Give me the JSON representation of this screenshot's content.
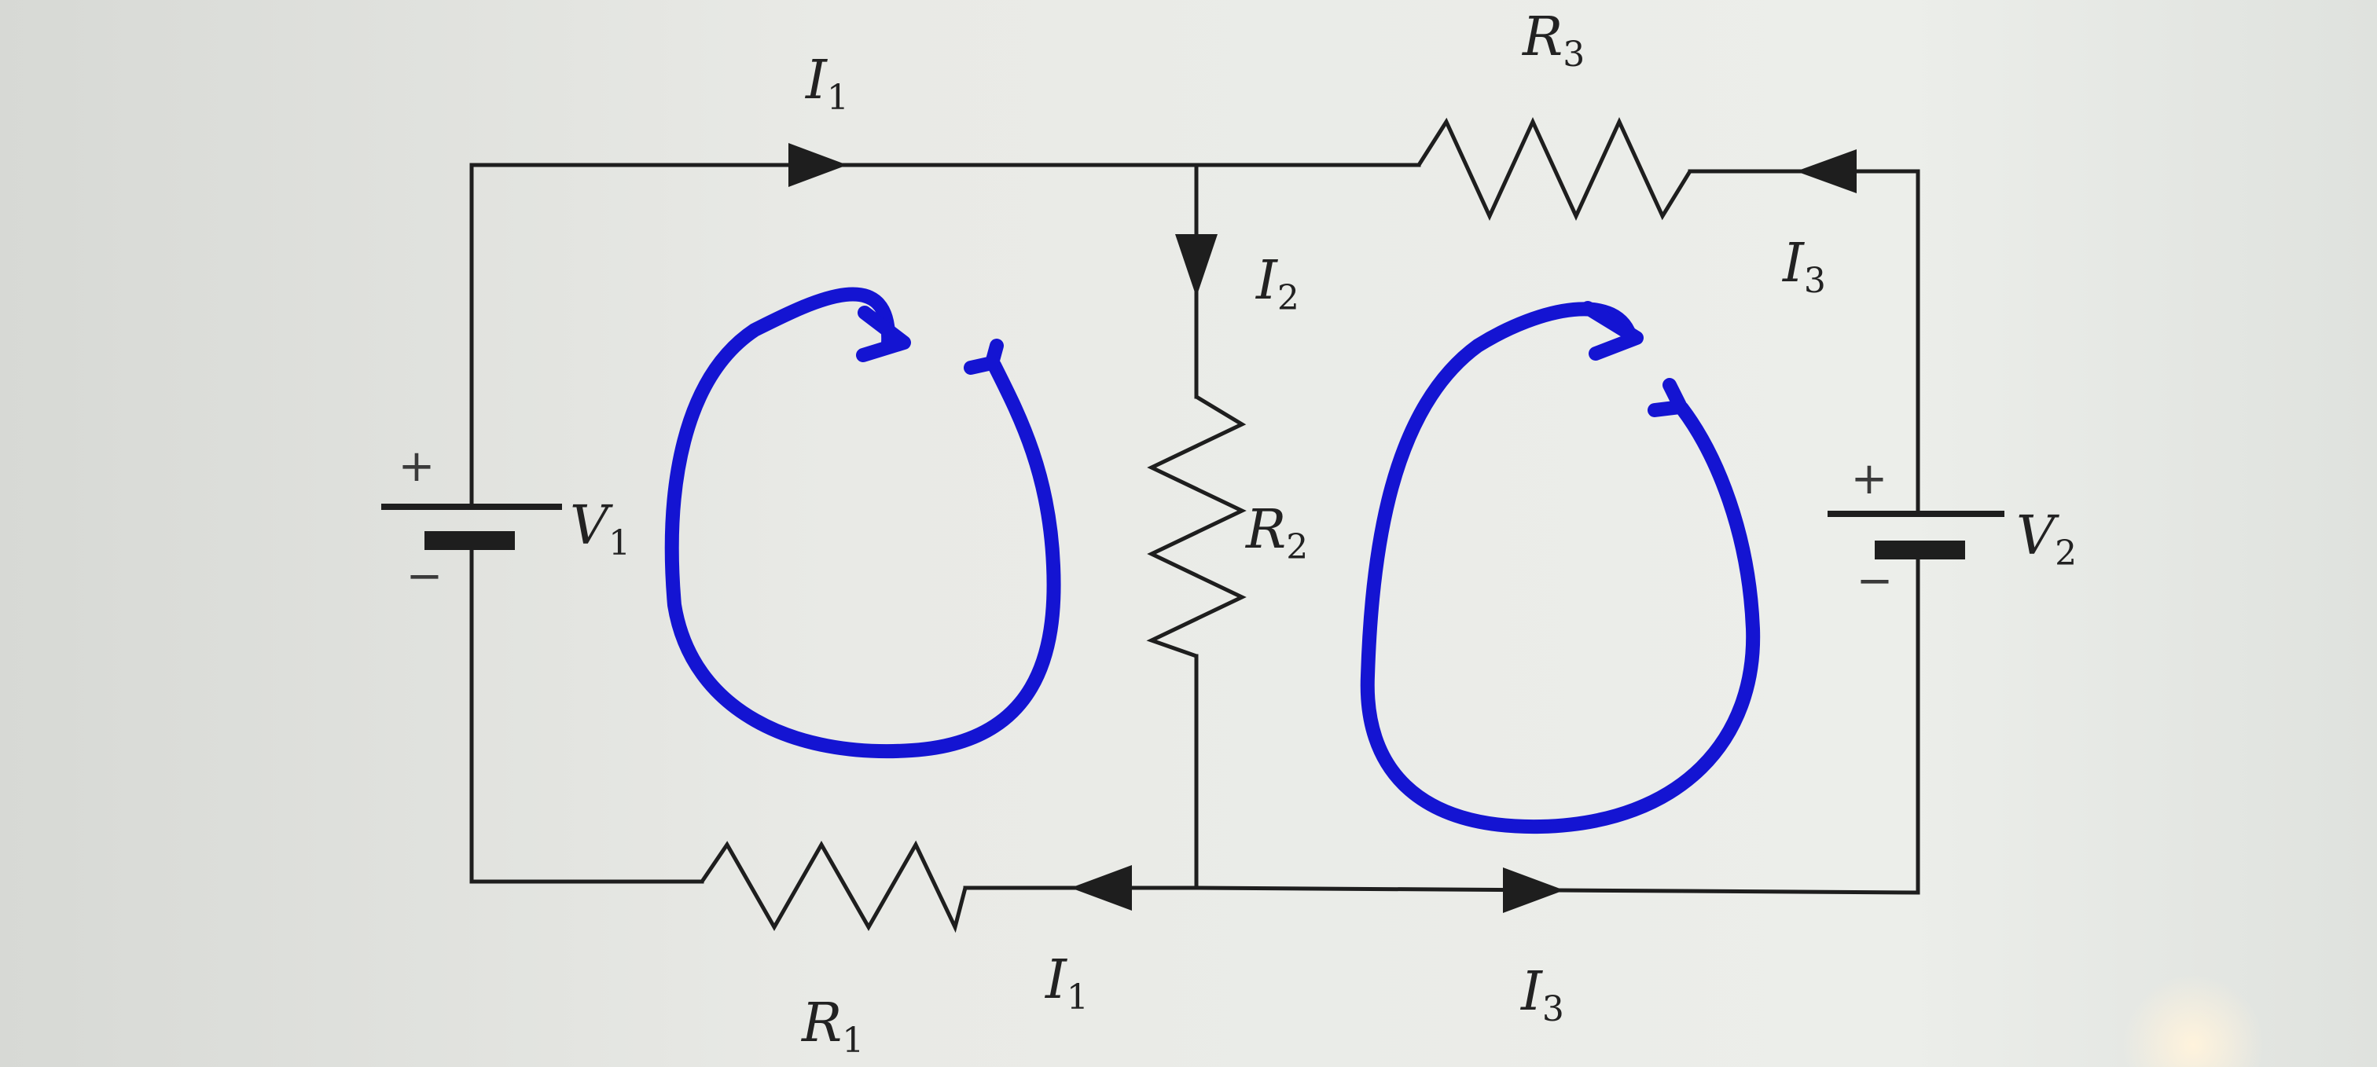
{
  "labels": {
    "I1_top": {
      "main": "I",
      "sub": "1"
    },
    "I1_bottom": {
      "main": "I",
      "sub": "1"
    },
    "I2": {
      "main": "I",
      "sub": "2"
    },
    "I3_right": {
      "main": "I",
      "sub": "3"
    },
    "I3_bottom": {
      "main": "I",
      "sub": "3"
    },
    "R1": {
      "main": "R",
      "sub": "1"
    },
    "R2": {
      "main": "R",
      "sub": "2"
    },
    "R3": {
      "main": "R",
      "sub": "3"
    },
    "V1": {
      "main": "V",
      "sub": "1"
    },
    "V2": {
      "main": "V",
      "sub": "2"
    }
  },
  "battery_signs": {
    "V1_plus": "+",
    "V1_minus": "−",
    "V2_plus": "+",
    "V2_minus": "−"
  },
  "colors": {
    "wire": "#1e1e1e",
    "loop_annotation": "#1414d2",
    "paper": "#e6e8e4"
  }
}
